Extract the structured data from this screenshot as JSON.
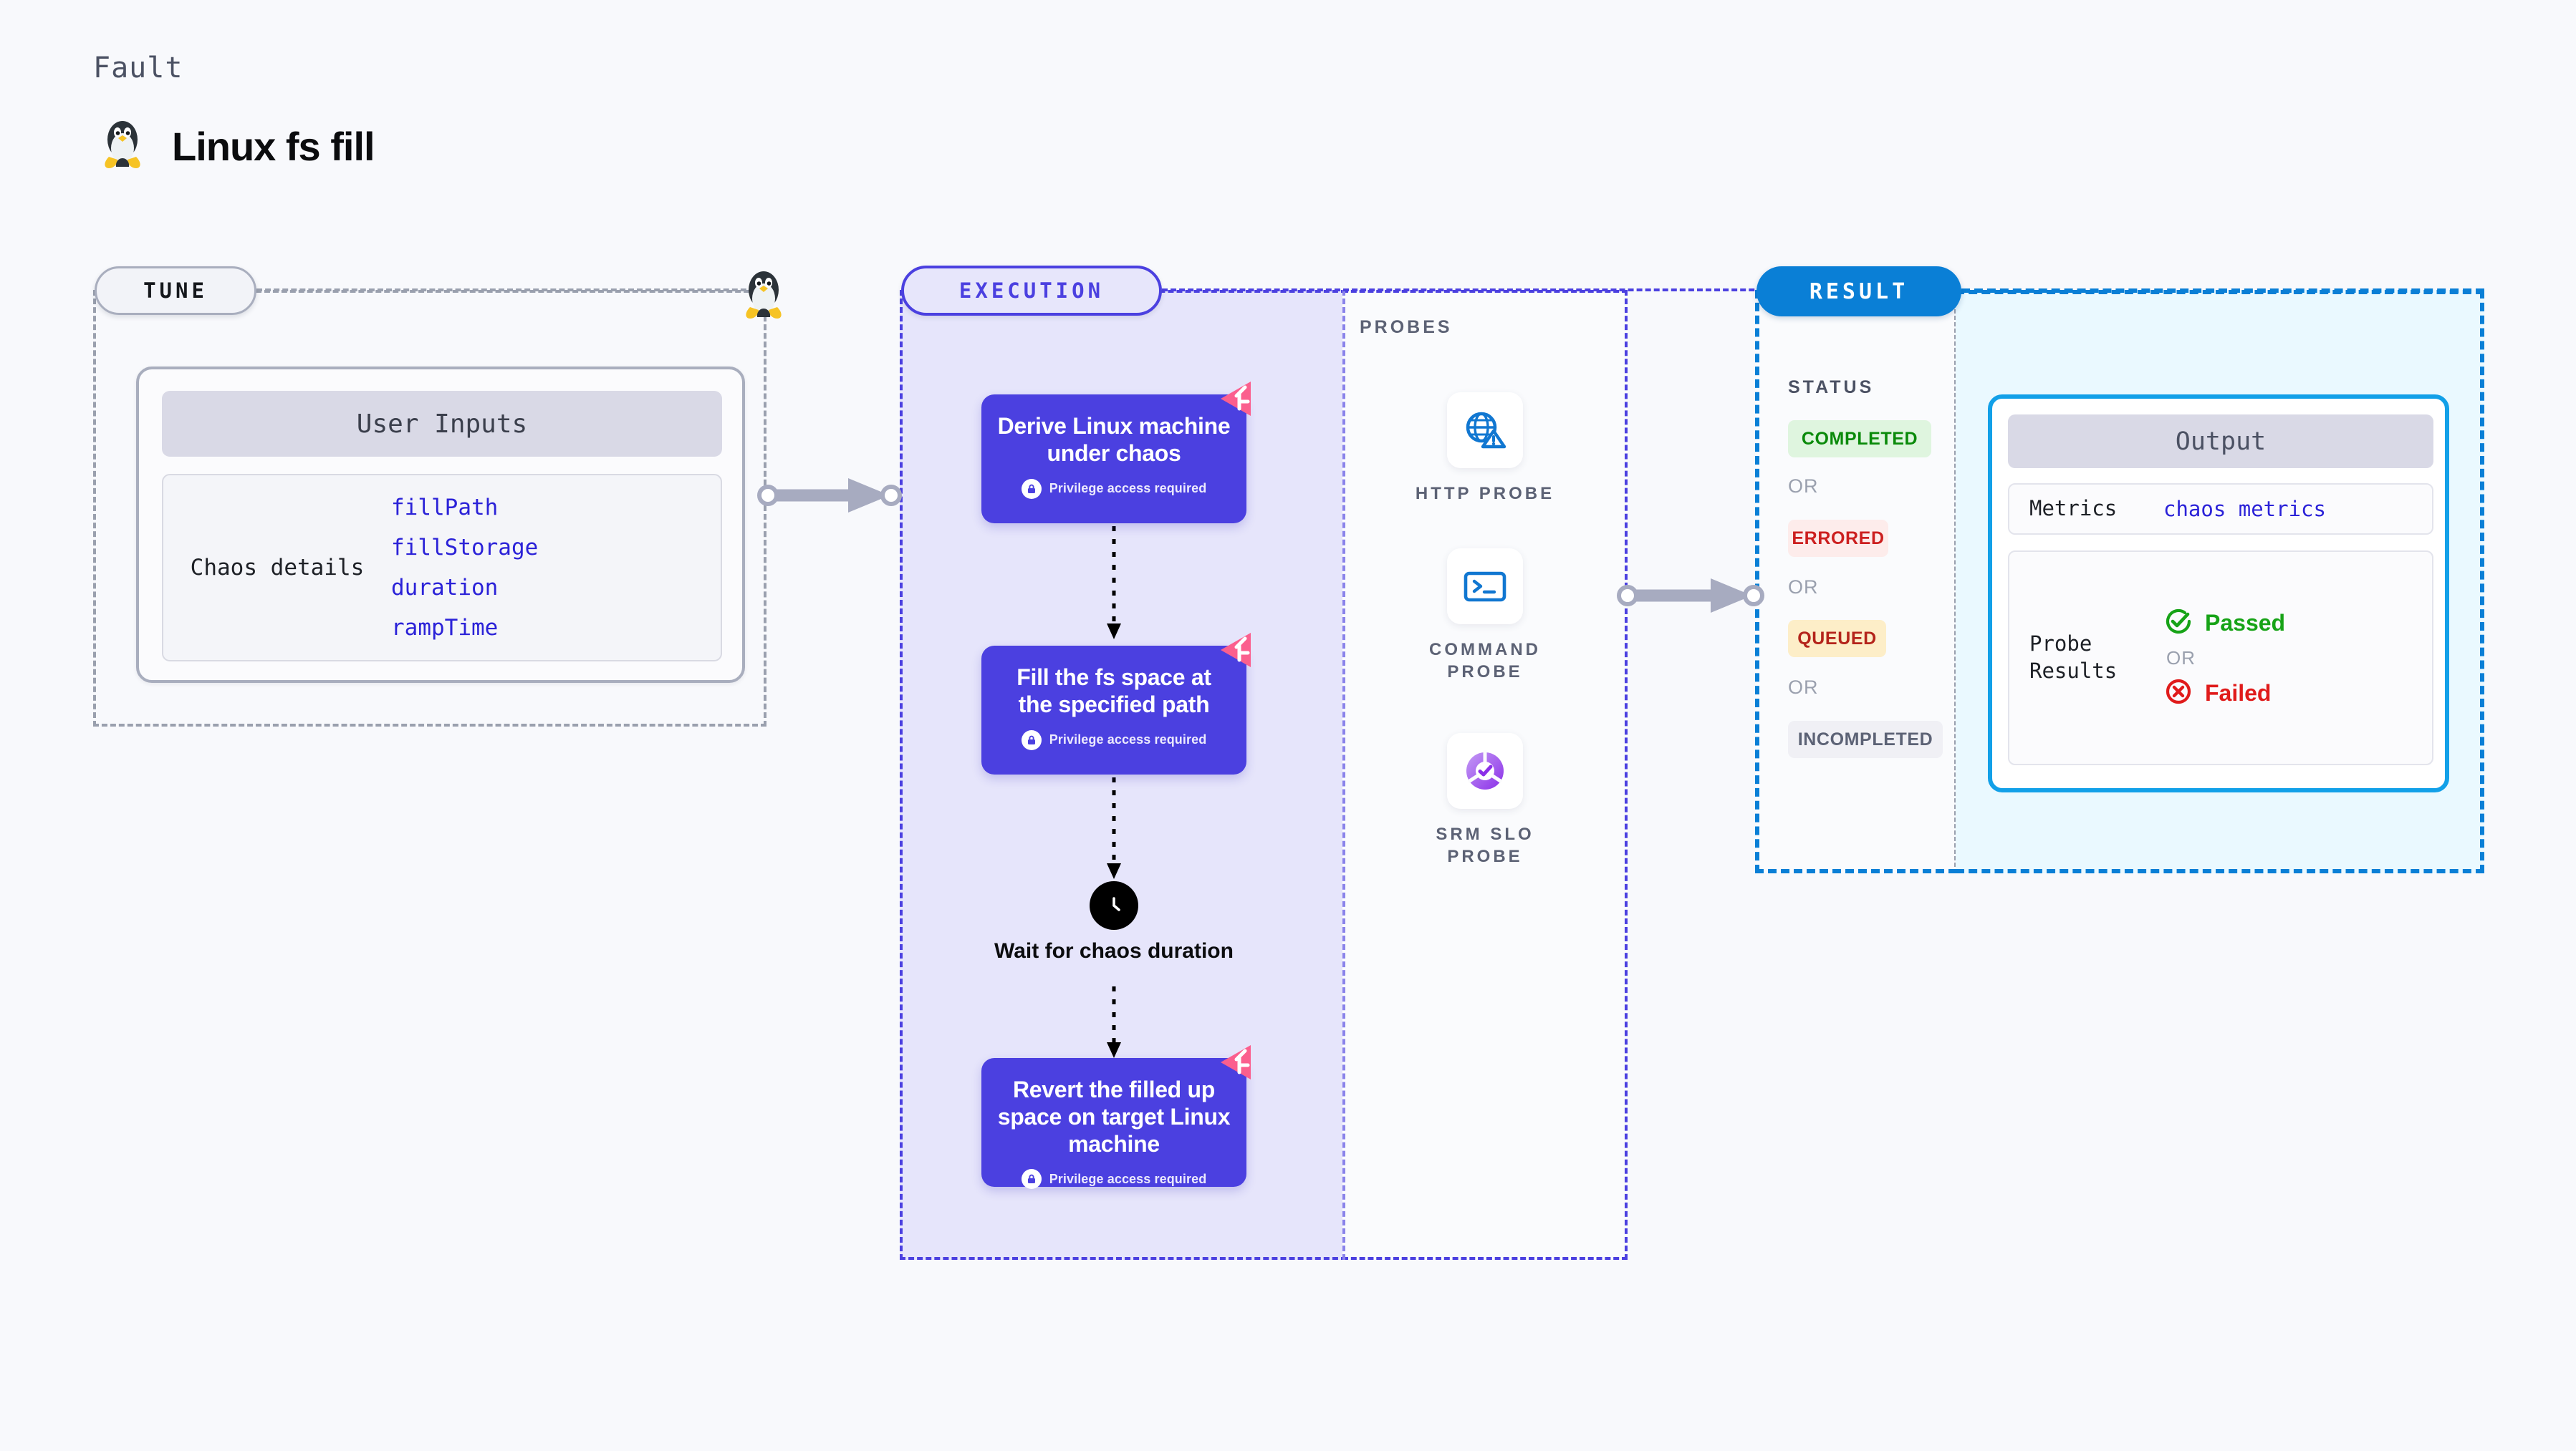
{
  "header": {
    "kicker": "Fault",
    "title": "Linux fs fill",
    "icon": "linux-penguin-icon"
  },
  "tune": {
    "badge": "TUNE",
    "card_title": "User Inputs",
    "row_label": "Chaos details",
    "params": [
      "fillPath",
      "fillStorage",
      "duration",
      "rampTime"
    ],
    "icon": "linux-penguin-icon"
  },
  "execution": {
    "badge": "EXECUTION",
    "privilege_note": "Privilege access required",
    "nodes": [
      {
        "title": "Derive Linux machine under chaos",
        "privileged": true
      },
      {
        "title": "Fill the fs space at the specified path",
        "privileged": true
      },
      {
        "title": "Revert the filled up space on target Linux machine",
        "privileged": true
      }
    ],
    "wait_step": {
      "label": "Wait for chaos duration",
      "icon": "clock-icon"
    }
  },
  "probes": {
    "heading": "PROBES",
    "items": [
      {
        "label": "HTTP PROBE",
        "icon": "globe-warning-icon"
      },
      {
        "label": "COMMAND PROBE",
        "icon": "terminal-icon"
      },
      {
        "label": "SRM SLO PROBE",
        "icon": "slo-donut-check-icon"
      }
    ]
  },
  "result": {
    "badge": "RESULT",
    "status_heading": "STATUS",
    "or_label": "OR",
    "statuses": [
      {
        "label": "COMPLETED",
        "bg": "#dff5df",
        "fg": "#0a8a0a"
      },
      {
        "label": "ERRORED",
        "bg": "#fdeceb",
        "fg": "#cc1f1f"
      },
      {
        "label": "QUEUED",
        "bg": "#fdeec8",
        "fg": "#b4241b"
      },
      {
        "label": "INCOMPLETED",
        "bg": "#f0f0f5",
        "fg": "#5c6275"
      }
    ]
  },
  "output": {
    "title": "Output",
    "metrics_key": "Metrics",
    "metrics_value": "chaos metrics",
    "probe_results_key": "Probe Results",
    "passed_label": "Passed",
    "failed_label": "Failed",
    "or_label": "OR"
  },
  "colors": {
    "indigo": "#4b40e0",
    "pink_ribbon": "#fb5f8e",
    "result_blue": "#0a7fd6",
    "output_border": "#12a0e8",
    "passed_green": "#17a317",
    "failed_red": "#e01b1b",
    "mono_blue": "#2b22d8",
    "page_bg": "#f8f9fc"
  }
}
